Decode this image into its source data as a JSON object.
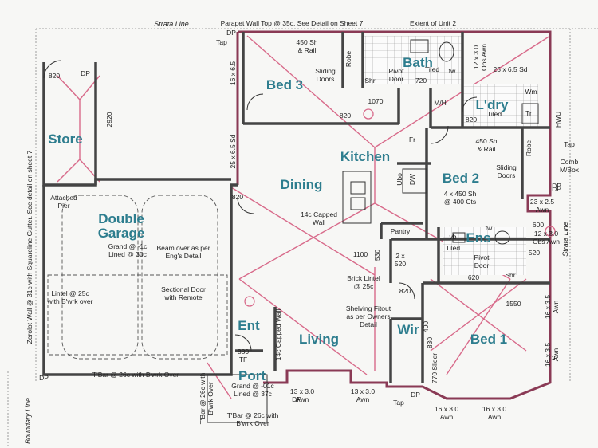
{
  "lines": {
    "strata_top": "Strata Line",
    "strata_right": "Strata Line",
    "boundary": "Boundary Line",
    "zerolot": "Zerolot Wall @ 31c with Squareline Gutter. See detail on sheet 7",
    "parapet": "Parapet Wall Top @ 35c. See Detail on Sheet 7",
    "extent": "Extent of Unit 2"
  },
  "rooms": {
    "bed3": "Bed 3",
    "bath": "Bath",
    "ldry": "L'dry",
    "store": "Store",
    "kitchen": "Kitchen",
    "dining": "Dining",
    "bed2": "Bed 2",
    "garage1": "Double",
    "garage2": "Garage",
    "ens": "Ens",
    "ent": "Ent",
    "living": "Living",
    "wir": "Wir",
    "bed1": "Bed 1",
    "port": "Port"
  },
  "labels": {
    "dp1": "DP",
    "tap1": "Tap",
    "sh_rail_bed3": "450 Sh\n& Rail",
    "robe1": "Robe",
    "sliding_doors1": "Sliding\nDoors",
    "shr1": "Shr",
    "pivot_door1": "Pivot\nDoor",
    "w720": "720",
    "tiled1": "Tiled",
    "fw1": "fw",
    "obs_awn1": "12 x 3.0\nObs Awn",
    "sd1": "25 x 6.5 Sd",
    "tr": "Tr",
    "wm": "Wm",
    "tiled2": "Tiled",
    "hwu": "HWU",
    "mh": "M/H",
    "w1070": "1070",
    "w820_bed3": "820",
    "w820_ldry": "820",
    "w820_store": "820",
    "dp_store": "DP",
    "w2920": "2920",
    "sd16_65": "16 x 6.5",
    "sd25_65": "25 x 6.5 Sd",
    "fr": "Fr",
    "sh_rail_bed2": "450 Sh\n& Rail",
    "robe2": "Robe",
    "tap2": "Tap",
    "comb_mbox": "Comb\nM/Box",
    "sliding_doors2": "Sliding\nDoors",
    "sh_cts": "4 x 450 Sh\n@ 400 Cts",
    "ubo": "Ubo",
    "dw": "DW",
    "capped_wall": "14c Capped\nWall",
    "pantry": "Pantry",
    "w820_dining": "820",
    "attached_pier": "Attached\nPier",
    "grand_lined_garage": "Grand @ -1c\nLined @ 30c",
    "beam_over": "Beam over as per\nEng's Detail",
    "lintel_garage": "Lintel @ 25c\nwith B'wrk over",
    "sectional_door": "Sectional Door\nwith Remote",
    "w1100": "1100",
    "w530": "530",
    "w520a": "2 x\n520",
    "dp_bed2": "DP",
    "awn_23": "23 x 2.5\nAwn",
    "w600": "600",
    "obs_awn2": "12 x 3.0\nObs Awn",
    "w520b": "520",
    "vb": "vb",
    "fw2": "fw",
    "tiled_ens": "Tiled",
    "pivot_door2": "Pivot\nDoor",
    "shr2": "Shr",
    "w620": "620",
    "brick_lintel": "Brick Lintel\n@ 25c",
    "w820_ens": "820",
    "shelving": "Shelving Fitout\nas per Owners\nDetail",
    "w1550": "1550",
    "sd16_35a": "16 x 3.5\nAwn",
    "sd16_35b": "16 x 3.5\nAwn",
    "w400": "400",
    "w830": "830",
    "w770": "770 Slider",
    "capped_wall2": "14c Capped Wall",
    "w880": "880\nTF",
    "tbar_main": "T'Bar @ 26c with B'wrk Over",
    "dp_left": "DP",
    "tbar_left": "T'Bar @ 26c with\nB'wrk Over",
    "grand_port": "Grand @ -01c\nLined @ 37c",
    "awn_13a": "13 x 3.0\nAwn",
    "awn_13b": "13 x 3.0\nAwn",
    "dp_port": "DP",
    "tap3": "Tap",
    "dp_bottom": "DP",
    "awn_16a": "16 x 3.0\nAwn",
    "awn_16b": "16 x 3.0\nAwn",
    "tbar_port": "T'Bar @ 26c with\nB'wrk Over",
    "dp_right1": "DP",
    "dp_right2": "DP"
  }
}
